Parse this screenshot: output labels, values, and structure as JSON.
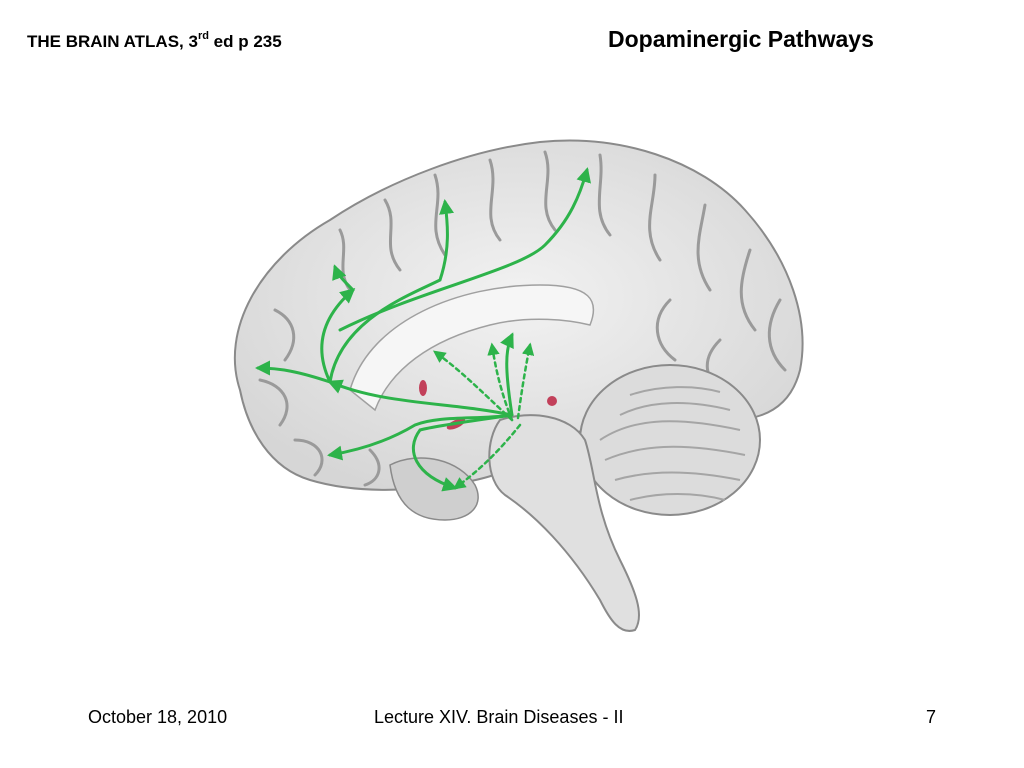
{
  "header": {
    "source_prefix": "THE BRAIN ATLAS, 3",
    "source_superscript": "rd",
    "source_suffix": " ed p 235",
    "title": "Dopaminergic Pathways"
  },
  "figure": {
    "pathway_color": "#2db34a",
    "nucleus_color": "#c2405a",
    "tissue_color": "#e4e4e4"
  },
  "footer": {
    "date": "October 18, 2010",
    "lecture": "Lecture XIV. Brain Diseases - II",
    "page": "7"
  }
}
